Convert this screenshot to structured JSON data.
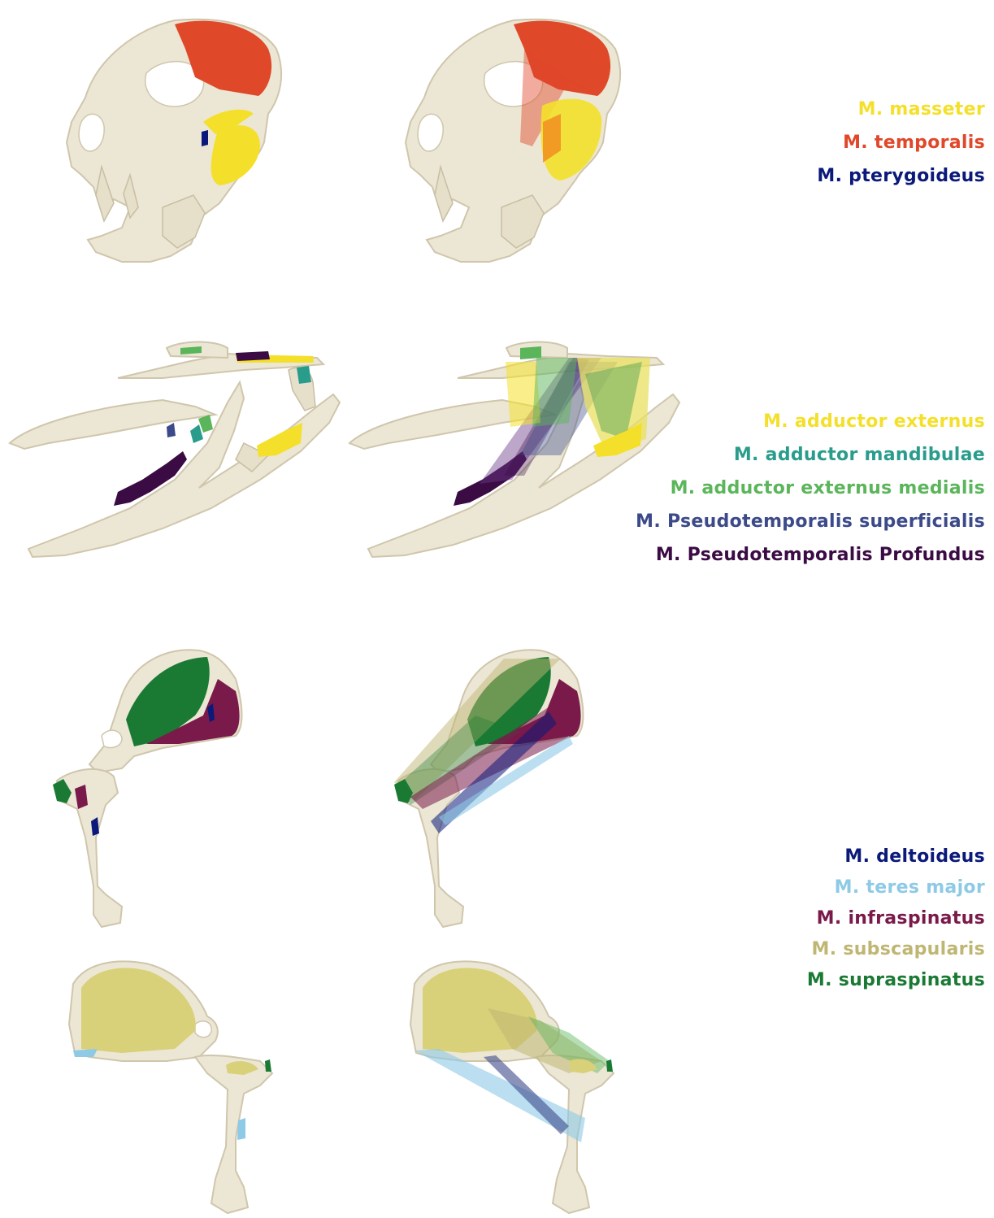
{
  "legends": {
    "skull_mammal": [
      {
        "label": "M. masseter",
        "color": "#f4e02a"
      },
      {
        "label": "M. temporalis",
        "color": "#e0482a"
      },
      {
        "label": "M. pterygoideus",
        "color": "#0b1a7a"
      }
    ],
    "skull_reptile": [
      {
        "label": "M. adductor externus",
        "color": "#f4e02a"
      },
      {
        "label": "M. adductor mandibulae",
        "color": "#2a9c8c"
      },
      {
        "label": "M. adductor externus medialis",
        "color": "#5bb55a"
      },
      {
        "label": "M. Pseudotemporalis superficialis",
        "color": "#3c4a8a"
      },
      {
        "label": "M. Pseudotemporalis Profundus",
        "color": "#3b0b44"
      }
    ],
    "shoulder": [
      {
        "label": "M. deltoideus",
        "color": "#0b1a7a"
      },
      {
        "label": "M. teres major",
        "color": "#8ecae6"
      },
      {
        "label": "M. infraspinatus",
        "color": "#7a1a4a"
      },
      {
        "label": "M. subscapularis",
        "color": "#bfb673"
      },
      {
        "label": "M. supraspinatus",
        "color": "#1a7a34"
      }
    ]
  },
  "colors": {
    "bone": "#ece6d4",
    "masseter": "#f4e02a",
    "temporalis": "#e0482a",
    "pterygoideus": "#0b1a7a",
    "adductor_externus": "#f4e02a",
    "adductor_mandibulae": "#2a9c8c",
    "adductor_externus_medialis": "#5bb55a",
    "pseudotemporalis_superficialis": "#3c4a8a",
    "pseudotemporalis_profundus": "#3b0b44",
    "deltoideus": "#0b1a7a",
    "teres_major": "#8ecae6",
    "infraspinatus": "#7a1a4a",
    "subscapularis": "#bfb673",
    "supraspinatus": "#1a7a34"
  }
}
